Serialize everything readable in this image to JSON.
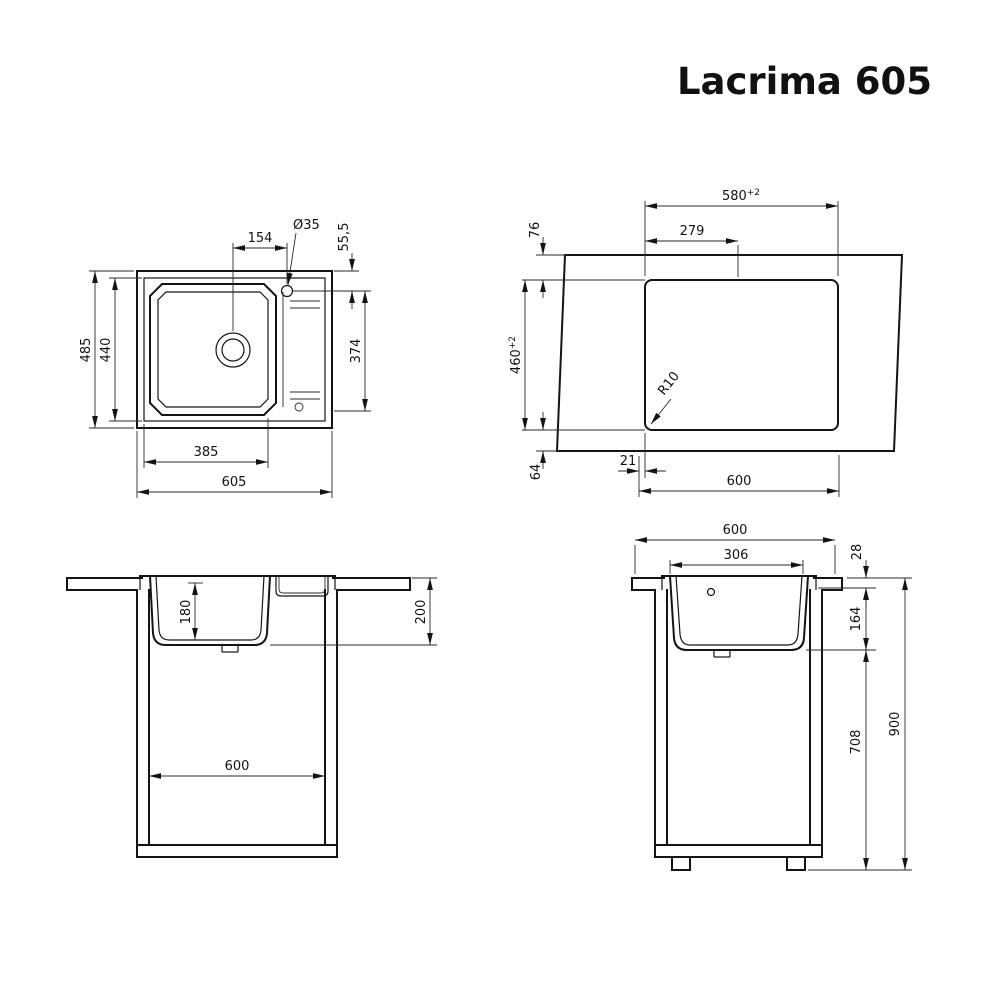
{
  "title": "Lacrima 605",
  "views": {
    "plan": {
      "dims": {
        "overall_width": "605",
        "overall_depth": "485",
        "inner_depth": "440",
        "bowl_width": "385",
        "tap_offset": "154",
        "tap_hole": "Ø35",
        "tap_edge_offset": "55,5",
        "bowl_length": "374"
      }
    },
    "cutout": {
      "dims": {
        "cutout_width": "580",
        "cutout_width_tol": "+2",
        "tap_center": "279",
        "back_margin": "76",
        "cutout_depth": "460",
        "cutout_depth_tol": "+2",
        "corner_radius": "R10",
        "side_gap": "21",
        "front_margin": "64",
        "cabinet_width": "600"
      }
    },
    "front": {
      "dims": {
        "bowl_depth": "180",
        "sink_height": "200",
        "cabinet_width": "600"
      }
    },
    "side": {
      "dims": {
        "worktop_depth": "600",
        "bowl_width": "306",
        "rim_offset": "28",
        "bowl_depth": "164",
        "base_height": "708",
        "total_height": "900"
      }
    }
  }
}
